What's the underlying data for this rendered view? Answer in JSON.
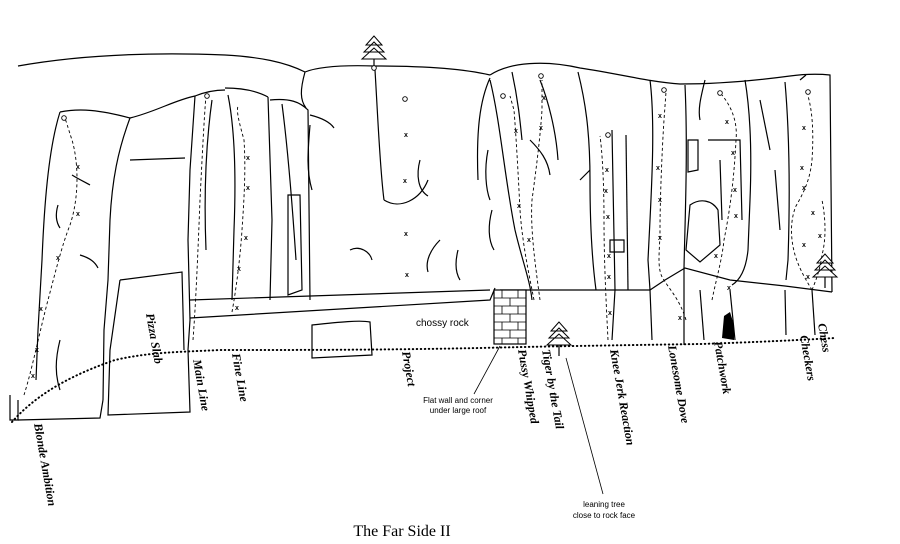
{
  "title": "The Far Side II",
  "annotations": {
    "chossy_rock": "chossy rock",
    "flat_wall_line1": "Flat wall and corner",
    "flat_wall_line2": "under large roof",
    "leaning_tree_line1": "leaning tree",
    "leaning_tree_line2": "close to rock face"
  },
  "routes": [
    {
      "id": "blonde-ambition",
      "name": "Blonde Ambition"
    },
    {
      "id": "pizza-slab",
      "name": "Pizza Slab"
    },
    {
      "id": "main-line",
      "name": "Main Line"
    },
    {
      "id": "fine-line",
      "name": "Fine Line"
    },
    {
      "id": "project",
      "name": "Project"
    },
    {
      "id": "pussy-whipped",
      "name": "Pussy Whipped"
    },
    {
      "id": "tiger-by-the-tail",
      "name": "Tiger by the Tail"
    },
    {
      "id": "knee-jerk-reaction",
      "name": "Knee Jerk Reaction"
    },
    {
      "id": "lonesome-dove",
      "name": "Lonesome Dove"
    },
    {
      "id": "patchwork",
      "name": "Patchwork"
    },
    {
      "id": "checkers",
      "name": "Checkers"
    },
    {
      "id": "chess",
      "name": "Chess"
    }
  ],
  "bolt_symbol": "x"
}
